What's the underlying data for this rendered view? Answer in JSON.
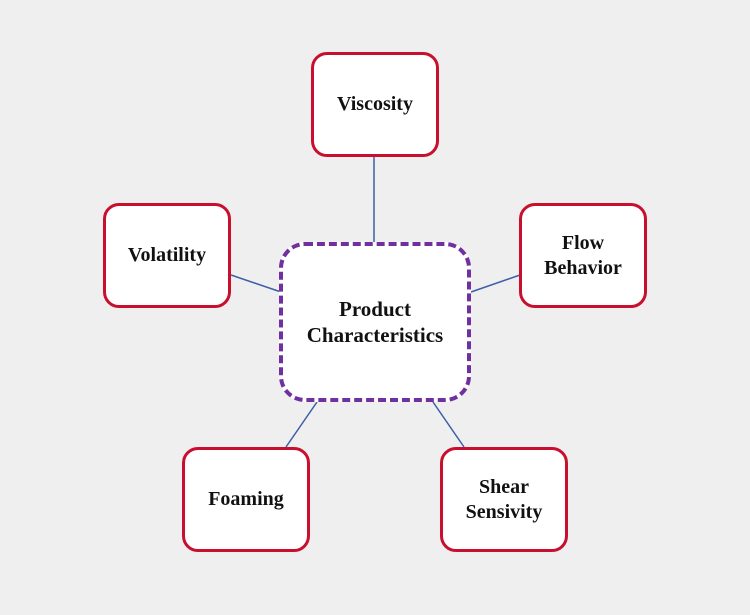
{
  "diagram": {
    "center": {
      "lines": [
        "Product",
        "Characteristics"
      ]
    },
    "nodes": [
      {
        "id": "viscosity",
        "lines": [
          "Viscosity"
        ]
      },
      {
        "id": "flow-behavior",
        "lines": [
          "Flow",
          "Behavior"
        ]
      },
      {
        "id": "volatility",
        "lines": [
          "Volatility"
        ]
      },
      {
        "id": "foaming",
        "lines": [
          "Foaming"
        ]
      },
      {
        "id": "shear-sensivity",
        "lines": [
          "Shear",
          "Sensivity"
        ]
      }
    ],
    "colors": {
      "background": "#efefef",
      "center_border": "#7030a0",
      "node_border": "#c8102e",
      "connector": "#2f5597"
    }
  }
}
